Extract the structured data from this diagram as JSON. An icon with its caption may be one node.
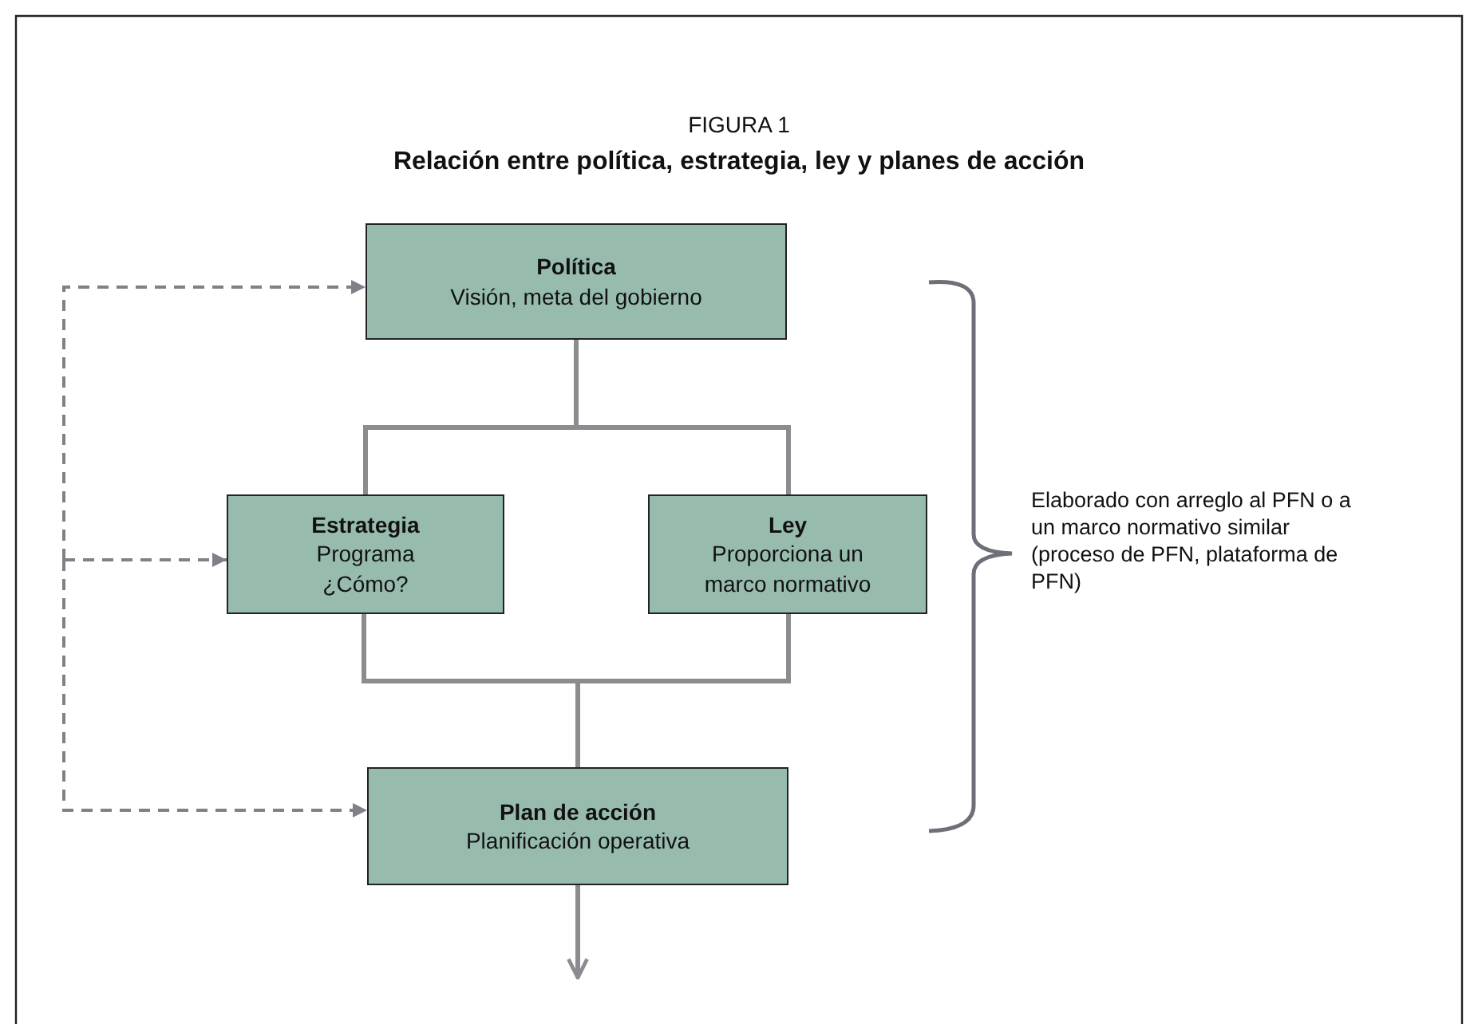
{
  "diagram": {
    "title": "Relación entre política, estrategia, ley y planes de acción",
    "nodes": [
      {
        "text": [
          "Política",
          "Visión, meta del gobierno"
        ]
      },
      {
        "text": [
          "Estrategia",
          "Programa",
          "¿Cómo?"
        ]
      },
      {
        "text": [
          "Ley",
          "Proporciona un marco normativo"
        ]
      },
      {
        "text": [
          "Plan de acción",
          "Planificación operativa"
        ]
      }
    ],
    "edges": [
      {
        "from": null,
        "to": 0,
        "arrow": "to",
        "style": "dashed"
      },
      {
        "from": null,
        "to": 1,
        "arrow": "to",
        "style": "dashed"
      },
      {
        "from": null,
        "to": 3,
        "arrow": "to",
        "style": "dashed"
      },
      {
        "from": 0,
        "to": 1,
        "arrow": "none"
      },
      {
        "from": 0,
        "to": 2,
        "arrow": "none"
      },
      {
        "from": 1,
        "to": 3,
        "arrow": "none"
      },
      {
        "from": 2,
        "to": 3,
        "arrow": "none"
      },
      {
        "from": 3,
        "to": null,
        "arrow": "to"
      }
    ],
    "labels": [
      "FIGURA 1",
      "Elaborado con arreglo al PFN o a un marco normativo similar (proceso de PFN, plataforma de PFN)"
    ]
  }
}
